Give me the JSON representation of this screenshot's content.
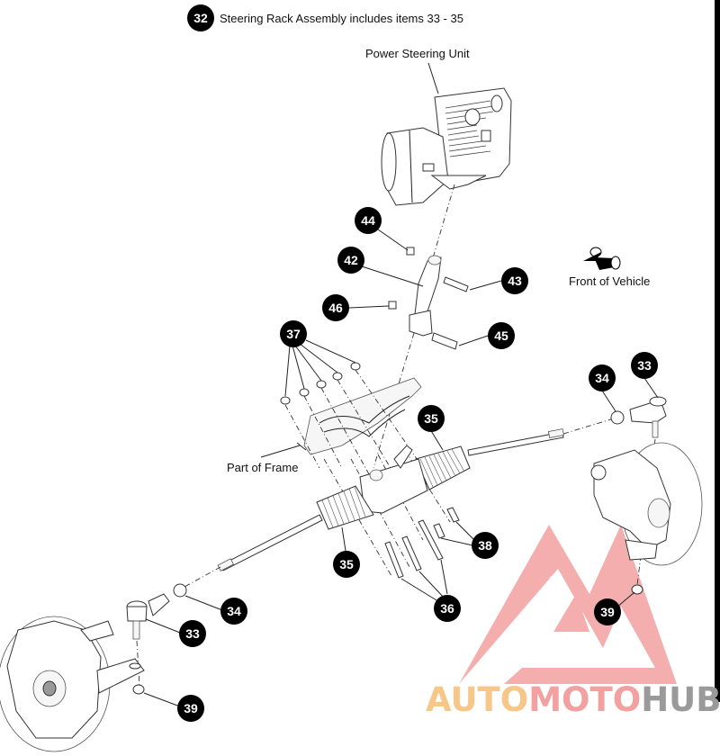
{
  "title": {
    "callout": "32",
    "text": "Steering Rack Assembly includes items 33 - 35"
  },
  "labels": {
    "power_steering_unit": "Power Steering Unit",
    "front_of_vehicle": "Front of Vehicle",
    "part_of_frame": "Part of Frame"
  },
  "callouts": [
    {
      "id": "44",
      "part": "bolt-upper-small"
    },
    {
      "id": "42",
      "part": "intermediate-shaft"
    },
    {
      "id": "43",
      "part": "pinch-bolt-upper"
    },
    {
      "id": "46",
      "part": "nut-lower"
    },
    {
      "id": "45",
      "part": "pinch-bolt-lower"
    },
    {
      "id": "37",
      "part": "frame-nuts"
    },
    {
      "id": "34",
      "part": "jam-nut-right"
    },
    {
      "id": "33",
      "part": "tie-rod-end-right"
    },
    {
      "id": "35",
      "part": "rack-boot-right"
    },
    {
      "id": "38",
      "part": "rack-bolts"
    },
    {
      "id": "35",
      "part": "rack-boot-left"
    },
    {
      "id": "36",
      "part": "rack-studs"
    },
    {
      "id": "34",
      "part": "jam-nut-left"
    },
    {
      "id": "33",
      "part": "tie-rod-end-left"
    },
    {
      "id": "39",
      "part": "castle-nut-right"
    },
    {
      "id": "39",
      "part": "castle-nut-left"
    }
  ],
  "watermark": {
    "part1": "AUTO",
    "part2": "MOTO",
    "part3": "HUB",
    "colors": {
      "auto": "#f7c78a",
      "moto": "#f2a0a0",
      "hub": "#9a9a9a",
      "logo": "#f29393"
    }
  }
}
